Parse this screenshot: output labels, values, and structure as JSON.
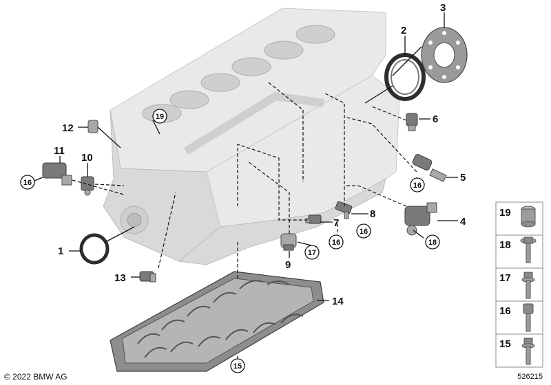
{
  "callouts": {
    "n1": "1",
    "n2": "2",
    "n3": "3",
    "n4": "4",
    "n5": "5",
    "n6": "6",
    "n7": "7",
    "n8": "8",
    "n9": "9",
    "n10": "10",
    "n11": "11",
    "n12": "12",
    "n13": "13",
    "n14": "14",
    "c15": "15",
    "c16a": "16",
    "c16b": "16",
    "c16c": "16",
    "c16d": "16",
    "c17": "17",
    "c18": "18",
    "c19": "19"
  },
  "legend": [
    {
      "label": "19",
      "part": "bushing"
    },
    {
      "label": "18",
      "part": "flange-bolt"
    },
    {
      "label": "17",
      "part": "collar-bolt"
    },
    {
      "label": "16",
      "part": "socket-head-bolt"
    },
    {
      "label": "15",
      "part": "hex-bolt"
    }
  ],
  "footer": {
    "copyright": "© 2022 BMW AG",
    "doc_id": "526215"
  },
  "colors": {
    "block": "#e9e9e9",
    "part": "#7a7a7a",
    "line": "#111111"
  }
}
